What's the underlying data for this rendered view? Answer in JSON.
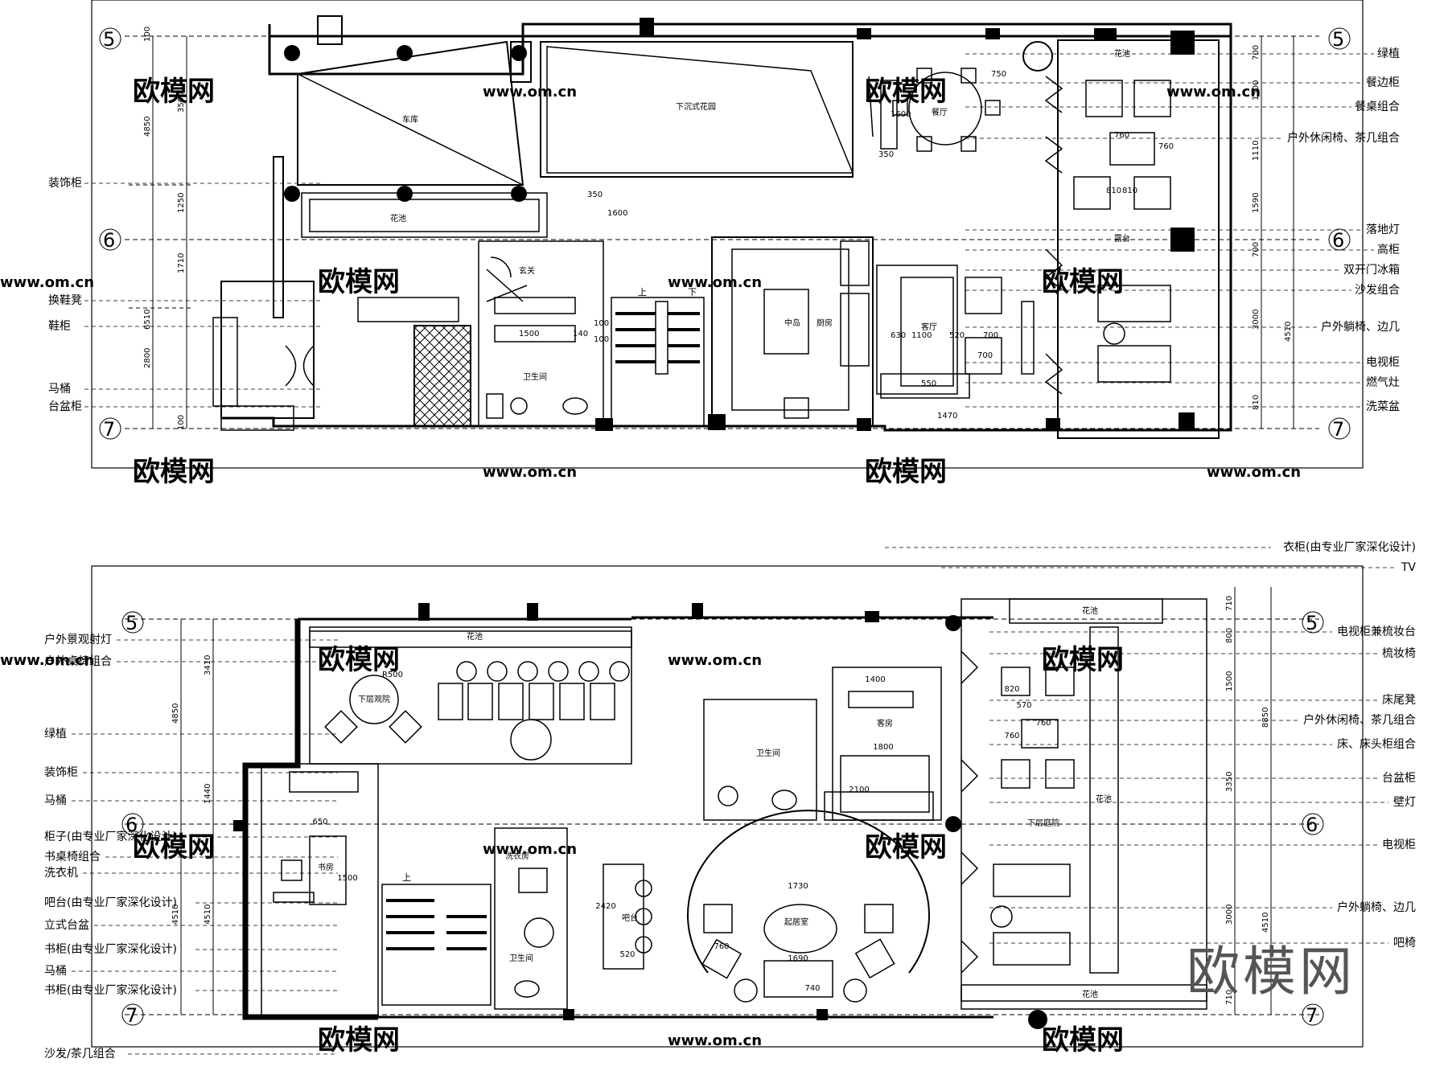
{
  "brand": "欧模网",
  "watermark": {
    "logo": "欧模网",
    "url": "www.om.cn"
  },
  "grid_markers": [
    "5",
    "6",
    "7"
  ],
  "top_plan": {
    "left_labels": [
      "装饰柜",
      "换鞋凳",
      "鞋柜",
      "马桶",
      "台盆柜"
    ],
    "right_labels": [
      "绿植",
      "餐边柜",
      "餐桌组合",
      "户外休闲椅、茶几组合",
      "落地灯",
      "高柜",
      "双开门冰箱",
      "沙发组合",
      "户外躺椅、边几",
      "电视柜",
      "燃气灶",
      "洗菜盆"
    ],
    "rooms": [
      "下沉式花园",
      "车库",
      "花池",
      "玄关",
      "卫生间",
      "中岛",
      "厨房",
      "餐厅",
      "客厅",
      "露台",
      "花池"
    ],
    "stairs": [
      "上",
      "下"
    ],
    "dims_left": [
      "4850",
      "3500",
      "100",
      "1250",
      "6510",
      "1710",
      "2800",
      "100"
    ],
    "dims_right": [
      "700",
      "1500",
      "1110",
      "1590",
      "700",
      "3000",
      "4510",
      "810"
    ],
    "dims_inner": [
      "1600",
      "350",
      "1600",
      "350",
      "750",
      "760",
      "760",
      "810",
      "810",
      "100",
      "100",
      "1500",
      "140",
      "630",
      "1100",
      "520",
      "700",
      "700",
      "550",
      "1470"
    ]
  },
  "bottom_plan": {
    "top_labels": [
      "衣柜(由专业厂家深化设计)",
      "TV"
    ],
    "left_labels": [
      "户外景观射灯",
      "户外桌椅组合",
      "绿植",
      "装饰柜",
      "马桶",
      "柜子(由专业厂家深化设计)",
      "书桌椅组合",
      "洗衣机",
      "吧台(由专业厂家深化设计)",
      "立式台盆",
      "书柜(由专业厂家深化设计)",
      "马桶",
      "书柜(由专业厂家深化设计)",
      "沙发/茶几组合"
    ],
    "right_labels": [
      "电视柜兼梳妆台",
      "梳妆椅",
      "床尾凳",
      "户外休闲椅、茶几组合",
      "床、床头柜组合",
      "台盆柜",
      "壁灯",
      "电视柜",
      "户外躺椅、边几",
      "吧椅"
    ],
    "rooms": [
      "花池",
      "下层观院",
      "卫生间",
      "书房",
      "洗衣房",
      "卫生间",
      "吧台",
      "客房",
      "下层庭院",
      "花池",
      "花池",
      "起居室",
      "花池"
    ],
    "stairs": [
      "上"
    ],
    "dims_left": [
      "4850",
      "3410",
      "1440",
      "4510",
      "4510"
    ],
    "dims_right": [
      "710",
      "800",
      "1500",
      "8850",
      "3350",
      "3000",
      "4510",
      "710"
    ],
    "dims_inner": [
      "R500",
      "650",
      "1500",
      "1400",
      "1800",
      "2100",
      "820",
      "570",
      "760",
      "760",
      "1730",
      "1690",
      "760",
      "2420",
      "520",
      "740"
    ]
  }
}
